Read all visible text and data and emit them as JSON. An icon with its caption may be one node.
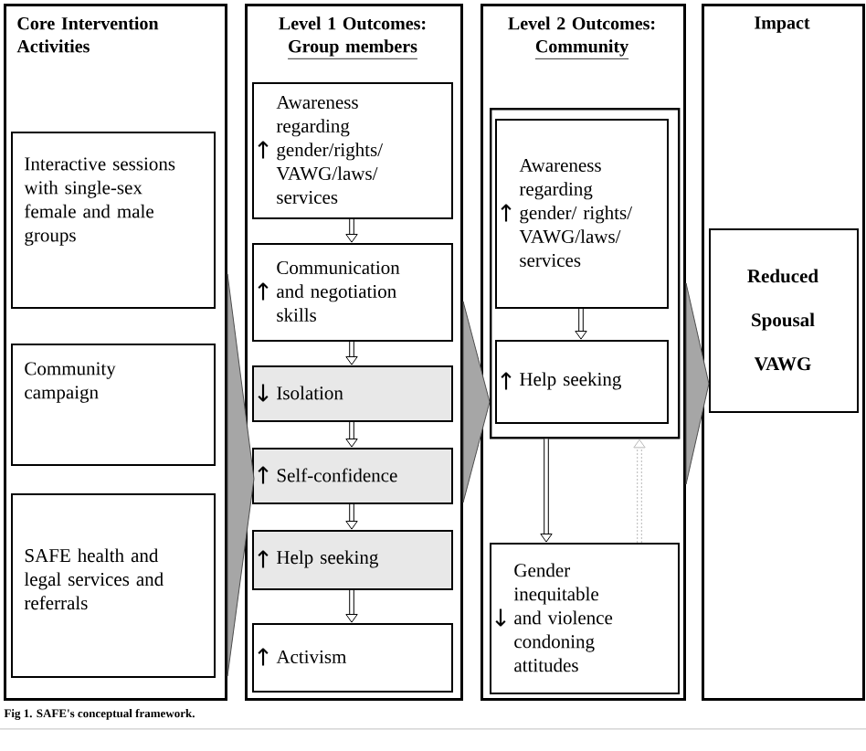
{
  "diagram": {
    "caption": "Fig 1. SAFE's conceptual framework.",
    "nodes": [
      {
        "text": [
          "Core Intervention Activities"
        ]
      },
      {
        "text": [
          "Interactive sessions with single-sex female and male groups"
        ],
        "in": 0
      },
      {
        "text": [
          "Community campaign"
        ],
        "in": 0
      },
      {
        "text": [
          "SAFE health and legal services and referrals"
        ],
        "in": 0
      },
      {
        "text": [
          "Level 1 Outcomes:",
          "Group members"
        ]
      },
      {
        "text": [
          "↑",
          "Awareness regarding gender/rights/ VAWG/laws/ services"
        ],
        "in": 4
      },
      {
        "text": [
          "↑",
          "Communication and negotiation skills"
        ],
        "in": 4
      },
      {
        "text": [
          "↓",
          "Isolation"
        ],
        "in": 4
      },
      {
        "text": [
          "↑",
          "Self-confidence"
        ],
        "in": 4
      },
      {
        "text": [
          "↑",
          "Help seeking"
        ],
        "in": 4
      },
      {
        "text": [
          "↑",
          "Activism"
        ],
        "in": 4
      },
      {
        "text": [
          "Level 2 Outcomes:",
          "Community"
        ]
      },
      {
        "text": [],
        "shape": "box",
        "in": 11
      },
      {
        "text": [
          "↑",
          "Awareness regarding gender/ rights/ VAWG/laws/ services"
        ],
        "in": 12
      },
      {
        "text": [
          "↑",
          "Help seeking"
        ],
        "in": 12
      },
      {
        "text": [
          "↓",
          "Gender inequitable and violence condoning attitudes"
        ],
        "in": 11
      },
      {
        "text": [
          "Impact"
        ]
      },
      {
        "text": [
          "Reduced Spousal VAWG"
        ],
        "in": 16
      }
    ],
    "edges": [
      {
        "from": 0,
        "to": 4,
        "arrow": "to",
        "style": "thick",
        "color": "#a6a6a6"
      },
      {
        "from": 4,
        "to": 11,
        "arrow": "to",
        "style": "thick",
        "color": "#a6a6a6"
      },
      {
        "from": 11,
        "to": 16,
        "arrow": "to",
        "style": "thick",
        "color": "#a6a6a6"
      },
      {
        "from": 5,
        "to": 6,
        "arrow": "to"
      },
      {
        "from": 6,
        "to": 7,
        "arrow": "to"
      },
      {
        "from": 7,
        "to": 8,
        "arrow": "to"
      },
      {
        "from": 8,
        "to": 9,
        "arrow": "to"
      },
      {
        "from": 9,
        "to": 10,
        "arrow": "to"
      },
      {
        "from": 13,
        "to": 14,
        "arrow": "to"
      },
      {
        "from": 12,
        "to": 15,
        "arrow": "to"
      },
      {
        "from": 15,
        "to": 12,
        "arrow": "to",
        "style": "dashed",
        "color": "#b8b8b8"
      }
    ]
  }
}
